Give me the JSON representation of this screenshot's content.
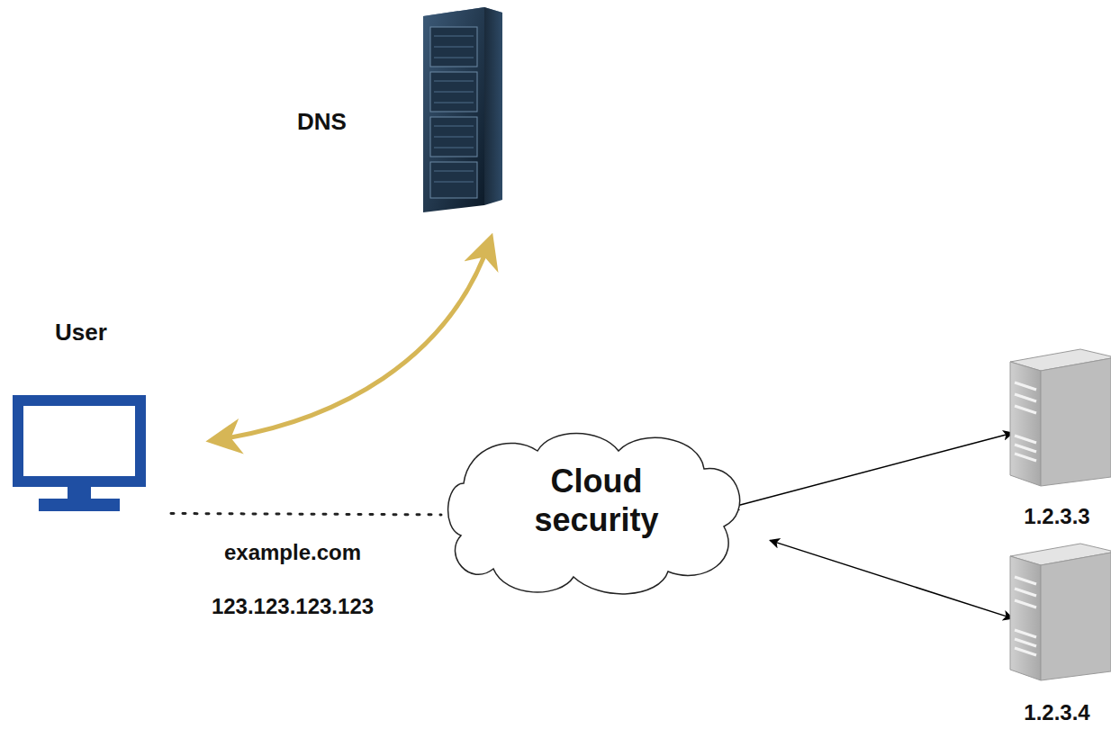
{
  "diagram": {
    "nodes": [
      {
        "text": [
          "DNS"
        ]
      },
      {
        "text": [
          "User"
        ]
      },
      {
        "text": [
          "Cloud security"
        ]
      },
      {
        "text": [
          "1.2.3.3"
        ]
      },
      {
        "text": [
          "1.2.3.4"
        ]
      }
    ],
    "edges": [
      {
        "from": 1,
        "to": 0,
        "arrow": "both"
      },
      {
        "from": 1,
        "to": 2,
        "arrow": "none"
      },
      {
        "from": 2,
        "to": 3,
        "arrow": "both"
      },
      {
        "from": 2,
        "to": 4,
        "arrow": "both"
      }
    ],
    "labels": [
      "example.com",
      "123.123.123.123"
    ]
  }
}
